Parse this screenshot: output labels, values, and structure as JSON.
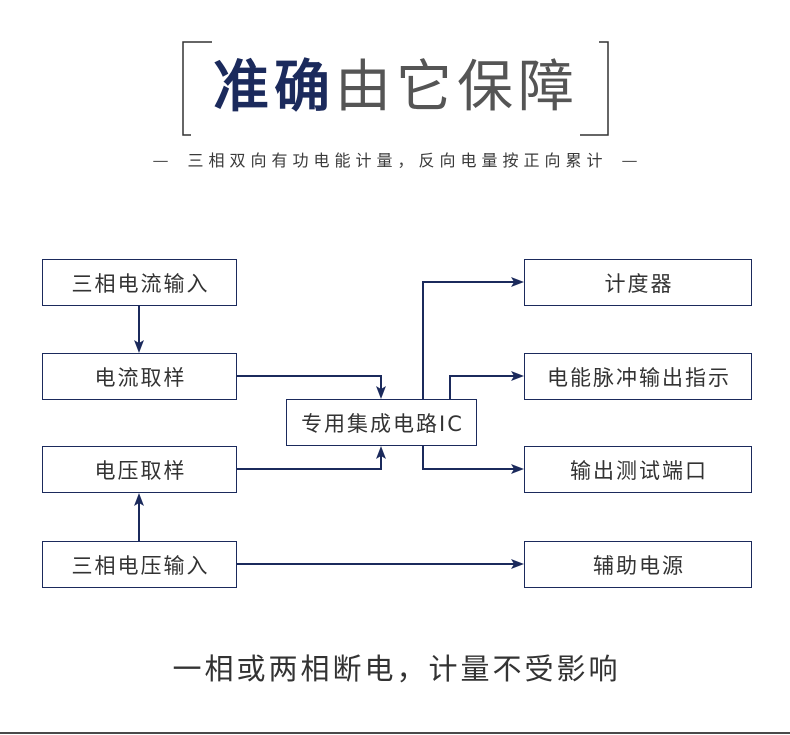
{
  "title": {
    "emphasis": "准确",
    "rest": "由它保障"
  },
  "subtitle": {
    "left_dash": "—",
    "text": "三相双向有功电能计量，反向电量按正向累计",
    "right_dash": "—"
  },
  "diagram": {
    "left_nodes": [
      "三相电流输入",
      "电流取样",
      "电压取样",
      "三相电压输入"
    ],
    "center_node": "专用集成电路IC",
    "right_nodes": [
      "计度器",
      "电能脉冲输出指示",
      "输出测试端口",
      "辅助电源"
    ]
  },
  "footer": {
    "text": "一相或两相断电，计量不受影响"
  },
  "colors": {
    "accent": "#1b2a5c",
    "text": "#333333",
    "muted": "#555555"
  }
}
